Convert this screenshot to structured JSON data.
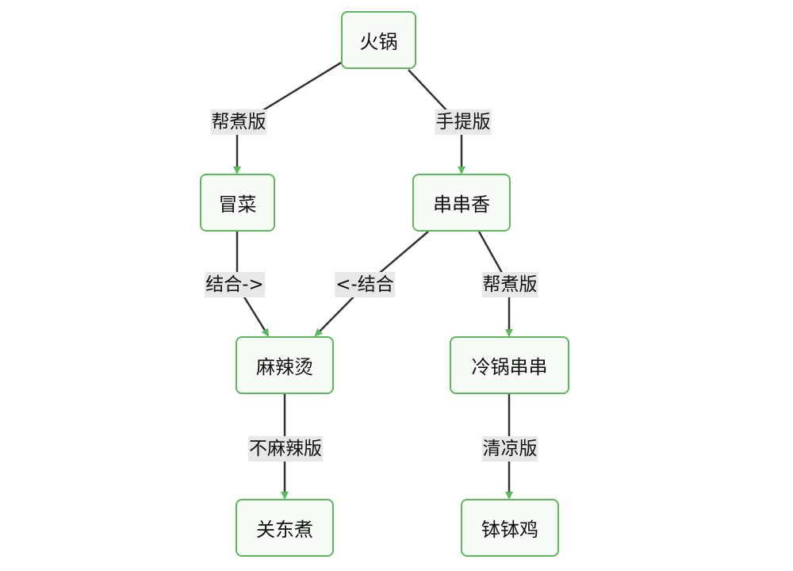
{
  "nodes": {
    "hotpot": "火锅",
    "maocai": "冒菜",
    "chuanchuan": "串串香",
    "malatang": "麻辣烫",
    "lengguo": "冷锅串串",
    "guandongzhu": "关东煮",
    "bobo": "钵钵鸡"
  },
  "edges": {
    "hotpot_maocai": "帮煮版",
    "hotpot_chuanchuan": "手提版",
    "maocai_malatang": "结合->",
    "chuanchuan_malatang": "<-结合",
    "chuanchuan_lengguo": "帮煮版",
    "malatang_guandongzhu": "不麻辣版",
    "lengguo_bobo": "清凉版"
  },
  "colors": {
    "node_border": "#5cb85c",
    "node_fill": "#f6fbf6",
    "edge_line": "#333333",
    "arrow": "#5cb85c",
    "label_bg": "#e8e8e8"
  }
}
